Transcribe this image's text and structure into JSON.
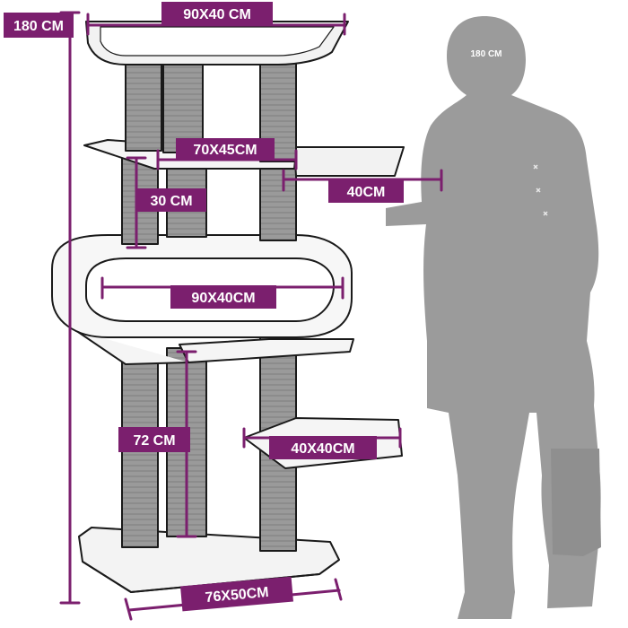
{
  "colors": {
    "accent": "#7b1f6e",
    "label_text": "#ffffff",
    "outline": "#1a1a1a",
    "post": "#9a9a9a",
    "silhouette": "#9b9b9b",
    "platform": "#f5f5f5"
  },
  "dimensions": {
    "total_height": "180 CM",
    "top_bed": "90X40 CM",
    "upper_platform": "70X45CM",
    "hammock": "40CM",
    "post_gap": "30 CM",
    "cave": "90X40CM",
    "lower_post": "72 CM",
    "side_platform": "40X40CM",
    "base": "76X50CM"
  },
  "person": {
    "height_label": "180 CM"
  }
}
